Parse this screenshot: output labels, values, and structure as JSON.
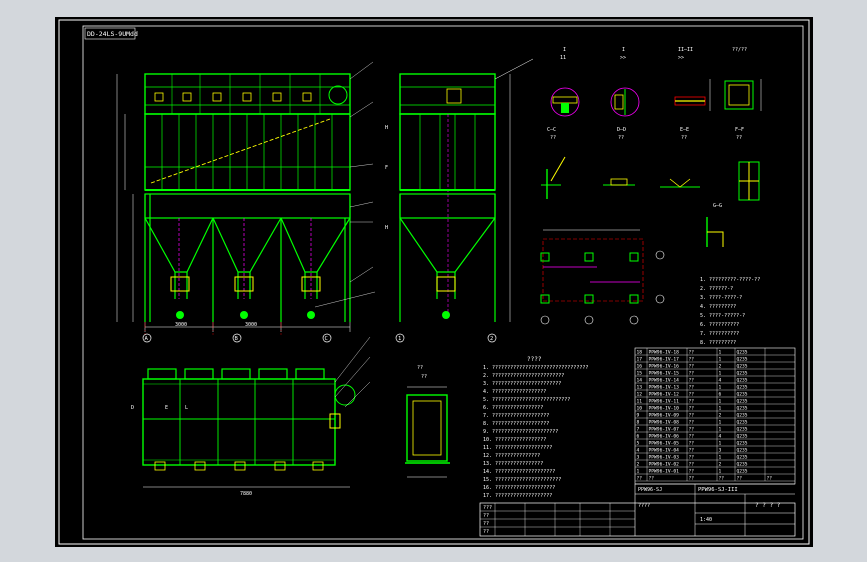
{
  "drawing": {
    "code_box": "DD-24LS-9UMdd",
    "front_view": {
      "axis_labels": [
        "A",
        "B",
        "C"
      ],
      "dims_bottom": [
        "3000",
        "3000"
      ]
    },
    "side_view": {
      "axis_labels": [
        "1",
        "2"
      ],
      "letters": [
        "H",
        "F",
        "H"
      ]
    },
    "top_view": {
      "letters": [
        "D",
        "E",
        "L"
      ],
      "bottom_dim": "7880"
    },
    "section_labels": [
      "I",
      "I",
      "II—II",
      "??/??",
      "C—C",
      "D—D",
      "E—E",
      "F—F",
      "G—G"
    ],
    "sub_labels": [
      "11",
      ">>",
      ">>",
      "??",
      "??",
      "??",
      "??"
    ],
    "detail_dims": [
      "??",
      "??"
    ],
    "notes_title": "????",
    "notes": [
      "1. ????????????????????????????????",
      "2. ????????????????????????",
      "3. ???????????????????????",
      "4. ??????????????????",
      "5. ??????????????????????????",
      "6. ?????????????????",
      "7. ???????????????????",
      "8. ???????????????????",
      "9. ??????????????????????",
      "10. ?????????????????",
      "11. ???????????????????",
      "12. ???????????????",
      "13. ????????????????",
      "14. ????????????????????",
      "15. ??????????????????????",
      "16. ????????????????????",
      "17. ???????????????????"
    ],
    "spec_list": [
      "1. ?????????-????-??",
      "2. ??????-?",
      "3. ????-????-?",
      "4. ?????????",
      "5. ????-?????-?",
      "6. ??????????",
      "7. ??????????",
      "8. ?????????"
    ],
    "bom_header": [
      "??",
      "??",
      "??",
      "??",
      "??",
      "??"
    ],
    "bom_rows": [
      [
        "18",
        "PPW96-IV-18",
        "??",
        "1",
        "Q235",
        ""
      ],
      [
        "17",
        "PPW96-IV-17",
        "??",
        "1",
        "Q235",
        ""
      ],
      [
        "16",
        "PPW96-IV-16",
        "??",
        "2",
        "Q235",
        ""
      ],
      [
        "15",
        "PPW96-IV-15",
        "??",
        "1",
        "Q235",
        ""
      ],
      [
        "14",
        "PPW96-IV-14",
        "??",
        "4",
        "Q235",
        ""
      ],
      [
        "13",
        "PPW96-IV-13",
        "??",
        "1",
        "Q235",
        ""
      ],
      [
        "12",
        "PPW96-IV-12",
        "??",
        "6",
        "Q235",
        ""
      ],
      [
        "11",
        "PPW96-IV-11",
        "??",
        "1",
        "Q235",
        ""
      ],
      [
        "10",
        "PPW96-IV-10",
        "??",
        "1",
        "Q235",
        ""
      ],
      [
        "9",
        "PPW96-IV-09",
        "??",
        "2",
        "Q235",
        ""
      ],
      [
        "8",
        "PPW96-IV-08",
        "??",
        "1",
        "Q235",
        ""
      ],
      [
        "7",
        "PPW96-IV-07",
        "??",
        "1",
        "Q235",
        ""
      ],
      [
        "6",
        "PPW96-IV-06",
        "??",
        "4",
        "Q235",
        ""
      ],
      [
        "5",
        "PPW96-IV-05",
        "??",
        "1",
        "Q235",
        ""
      ],
      [
        "4",
        "PPW96-IV-04",
        "??",
        "3",
        "Q235",
        ""
      ],
      [
        "3",
        "PPW96-IV-03",
        "??",
        "1",
        "Q235",
        ""
      ],
      [
        "2",
        "PPW96-IV-02",
        "??",
        "2",
        "Q235",
        ""
      ],
      [
        "1",
        "PPW96-IV-01",
        "??",
        "1",
        "Q235",
        ""
      ]
    ],
    "title_block": {
      "drawing_no": "PPW96-SJ-III",
      "product": "PPW96-SJ",
      "name_line": "????",
      "scale": "1:40",
      "sheet": "? ? ? ?"
    },
    "revision_rows": [
      "???",
      "??",
      "??",
      "??"
    ]
  }
}
